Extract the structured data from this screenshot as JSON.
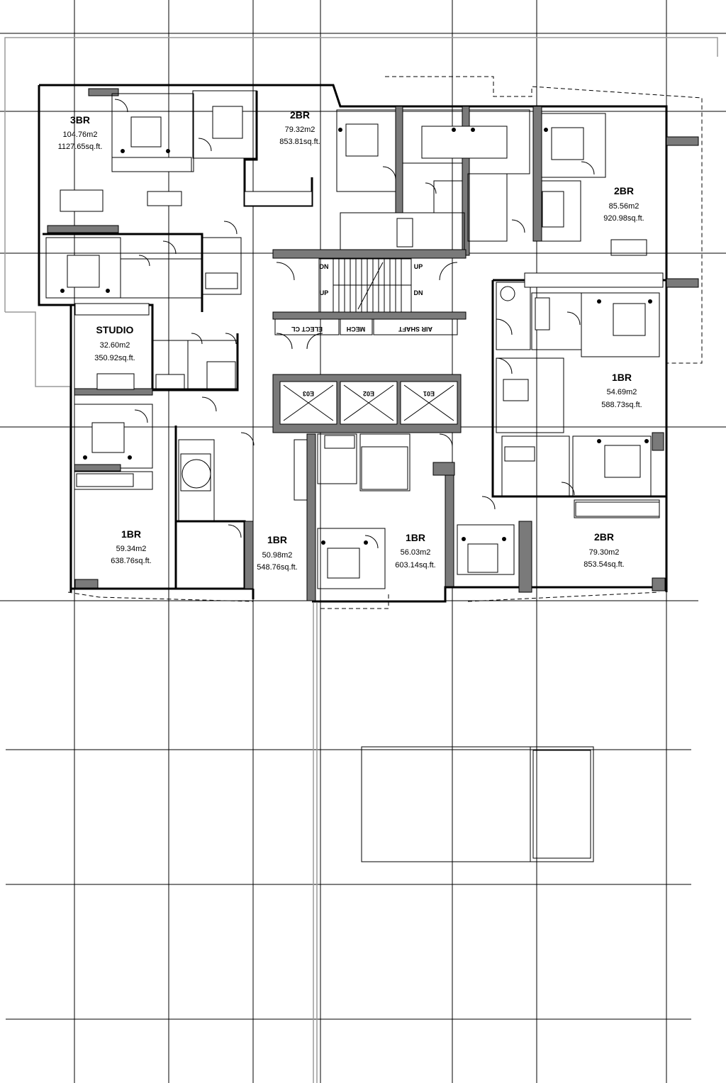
{
  "units": [
    {
      "type": "3BR",
      "area_m2": "104.76m2",
      "area_sqft": "1127.65sq.ft."
    },
    {
      "type": "2BR",
      "area_m2": "79.32m2",
      "area_sqft": "853.81sq.ft."
    },
    {
      "type": "2BR",
      "area_m2": "85.56m2",
      "area_sqft": "920.98sq.ft."
    },
    {
      "type": "STUDIO",
      "area_m2": "32.60m2",
      "area_sqft": "350.92sq.ft."
    },
    {
      "type": "1BR",
      "area_m2": "54.69m2",
      "area_sqft": "588.73sq.ft."
    },
    {
      "type": "1BR",
      "area_m2": "59.34m2",
      "area_sqft": "638.76sq.ft."
    },
    {
      "type": "1BR",
      "area_m2": "50.98m2",
      "area_sqft": "548.76sq.ft."
    },
    {
      "type": "1BR",
      "area_m2": "56.03m2",
      "area_sqft": "603.14sq.ft."
    },
    {
      "type": "2BR",
      "area_m2": "79.30m2",
      "area_sqft": "853.54sq.ft."
    }
  ],
  "core": {
    "stair_up_1": "UP",
    "stair_up_2": "UP",
    "stair_dn_1": "DN",
    "stair_dn_2": "DN",
    "elect": "ELECT CL",
    "mech": "MECH",
    "air_shaft": "AIR SHAFT",
    "elevators": [
      "E03",
      "E02",
      "E01"
    ]
  }
}
